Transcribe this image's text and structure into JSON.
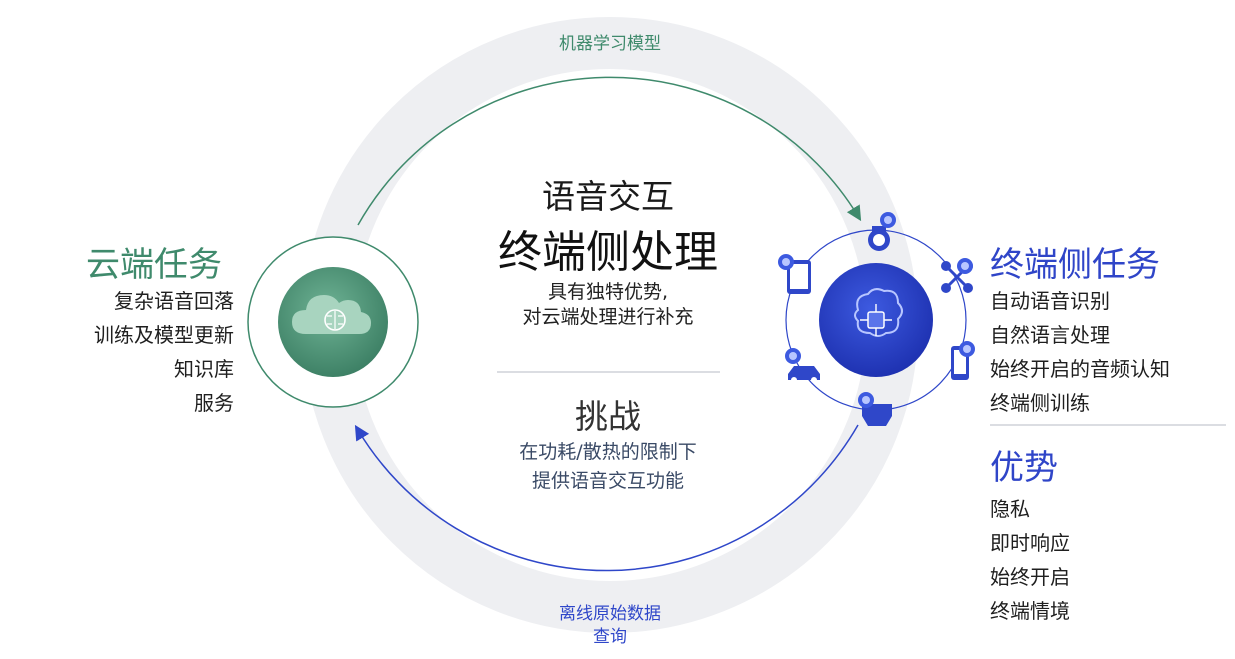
{
  "arcs": {
    "top_label": "机器学习模型",
    "bottom_label": [
      "离线原始数据",
      "查询"
    ]
  },
  "center": {
    "title_small": "语音交互",
    "title_big": "终端侧处理",
    "subtitle": [
      "具有独特优势,",
      "对云端处理进行补充"
    ],
    "challenge_title": "挑战",
    "challenge_text": [
      "在功耗/散热的限制下",
      "提供语音交互功能"
    ]
  },
  "cloud": {
    "title": "云端任务",
    "items": [
      "复杂语音回落",
      "训练及模型更新",
      "知识库",
      "服务"
    ]
  },
  "edge": {
    "title": "终端侧任务",
    "items": [
      "自动语音识别",
      "自然语言处理",
      "始终开启的音频认知",
      "终端侧训练"
    ]
  },
  "advantages": {
    "title": "优势",
    "items": [
      "隐私",
      "即时响应",
      "始终开启",
      "终端情境"
    ]
  },
  "icons": {
    "cloud_node": "cloud-brain-icon",
    "edge_node": "chip-brain-icon",
    "devices": [
      "smartwatch-icon",
      "drone-icon",
      "smartphone-icon",
      "vr-headset-icon",
      "car-icon",
      "tablet-icon"
    ]
  },
  "colors": {
    "green": "#3f8a6c",
    "blue": "#2f45c8",
    "ring": "#eeeff2"
  }
}
